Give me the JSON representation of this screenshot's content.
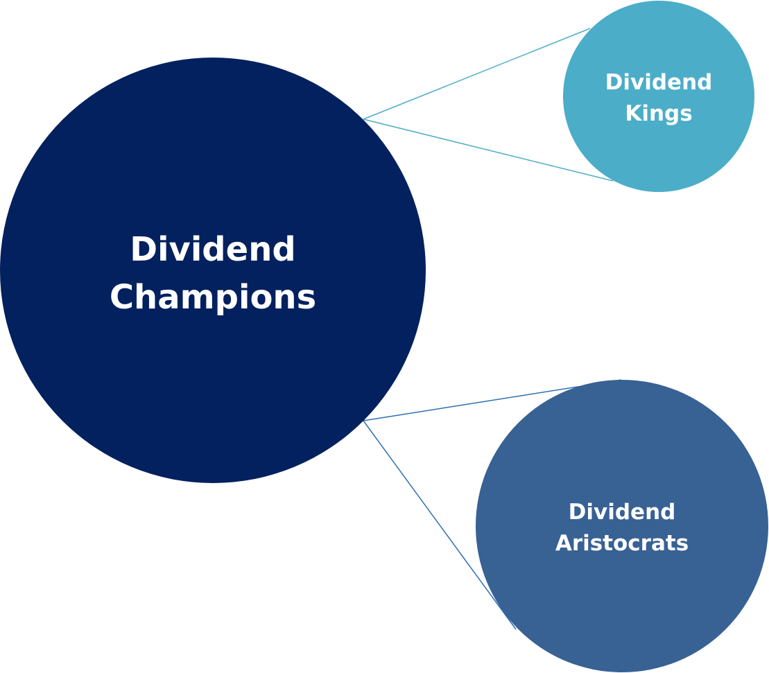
{
  "diagram": {
    "nodes": {
      "champions": {
        "line1": "Dividend",
        "line2": "Champions",
        "color": "#02215E"
      },
      "kings": {
        "line1": "Dividend",
        "line2": "Kings",
        "color": "#4BADC8"
      },
      "aristocrats": {
        "line1": "Dividend",
        "line2": "Aristocrats",
        "color": "#386194"
      }
    },
    "connector_colors": {
      "to_kings": "#4BADC8",
      "to_aristocrats": "#2A6FB4"
    }
  }
}
